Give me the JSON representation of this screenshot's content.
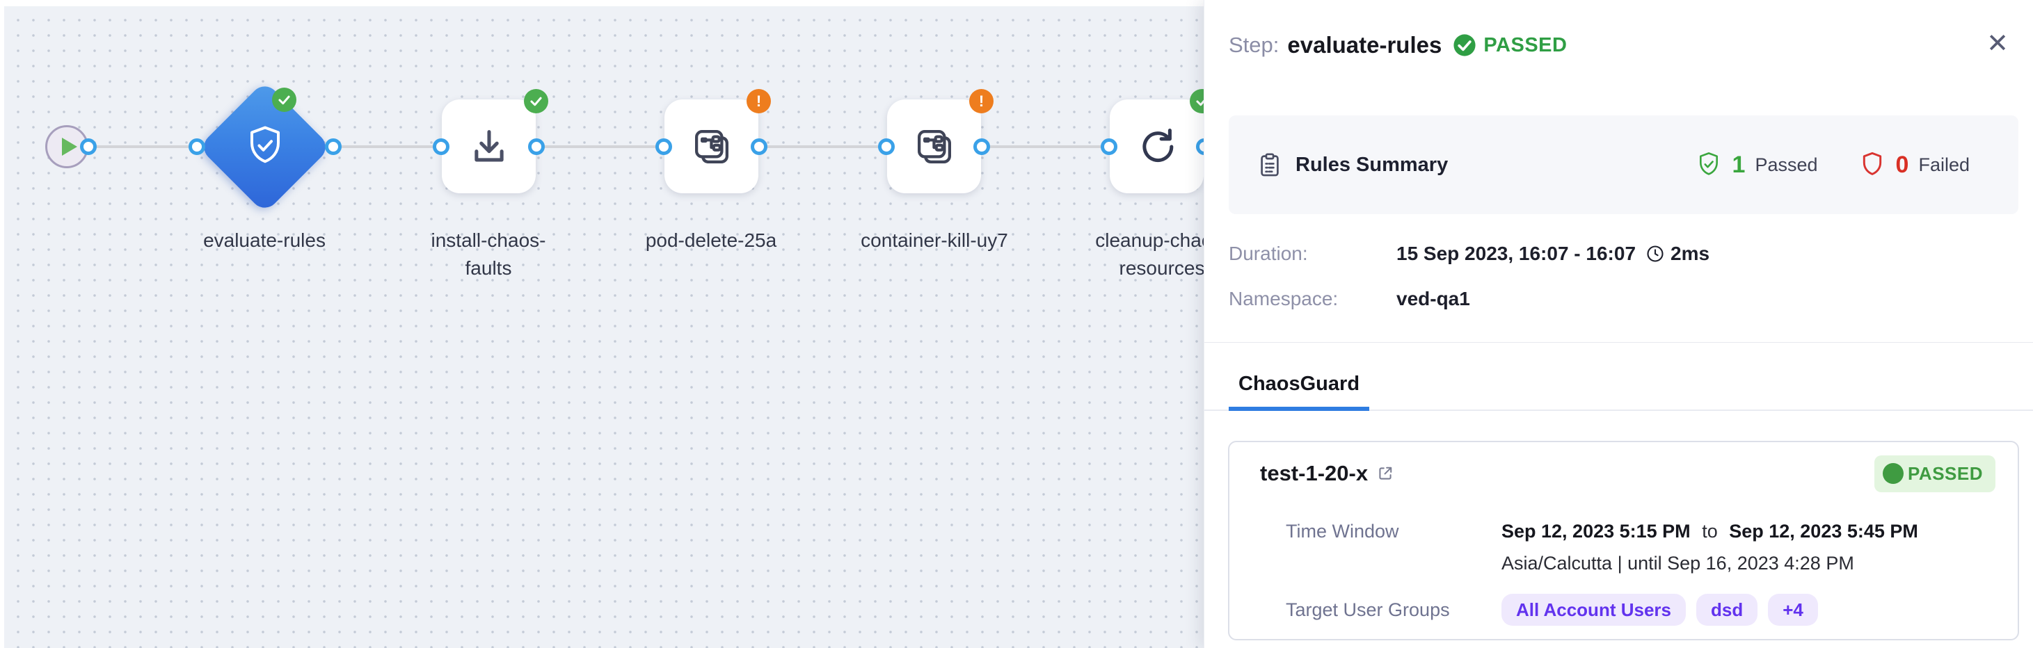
{
  "colors": {
    "accent_blue": "#3b82e4",
    "port_blue": "#3aa1e8",
    "success_green": "#4cae50",
    "passed_text_green": "#2f9e44",
    "failed_red": "#d93025",
    "warning_orange": "#ee7d1e",
    "purple": "#6233ee",
    "canvas_bg": "#eef1f6",
    "tab_underline": "#2f7de1"
  },
  "canvas": {
    "nodes": [
      {
        "id": "start",
        "type": "start-node",
        "icon": "play-icon"
      },
      {
        "id": "evaluate-rules",
        "label": "evaluate-rules",
        "status": "passed",
        "icon": "shield-check-icon",
        "shape": "diamond",
        "selected": true
      },
      {
        "id": "install-chaos-faults",
        "label": "install-chaos-faults",
        "status": "passed",
        "icon": "download-icon"
      },
      {
        "id": "pod-delete-25a",
        "label": "pod-delete-25a",
        "status": "warning",
        "icon": "chaos-fault-icon",
        "warning_glyph": "!"
      },
      {
        "id": "container-kill-uy7",
        "label": "container-kill-uy7",
        "status": "warning",
        "icon": "chaos-fault-icon",
        "warning_glyph": "!"
      },
      {
        "id": "cleanup-chaos-resources",
        "label": "cleanup-chaos-resources",
        "status": "passed",
        "icon": "retry-icon"
      }
    ]
  },
  "panel": {
    "header": {
      "step_label": "Step:",
      "step_name": "evaluate-rules",
      "status": "PASSED",
      "close_glyph": "✕"
    },
    "rules_summary": {
      "title": "Rules Summary",
      "passed_count": "1",
      "passed_label": "Passed",
      "failed_count": "0",
      "failed_label": "Failed"
    },
    "details": {
      "duration_label": "Duration:",
      "duration_value": "15 Sep 2023, 16:07 - 16:07",
      "duration_elapsed": "2ms",
      "namespace_label": "Namespace:",
      "namespace_value": "ved-qa1"
    },
    "tabs": [
      {
        "label": "ChaosGuard",
        "active": true
      }
    ],
    "guard_card": {
      "name": "test-1-20-x",
      "status": "PASSED",
      "time_window_label": "Time Window",
      "time_window_start": "Sep 12, 2023 5:15 PM",
      "time_window_to": "to",
      "time_window_end": "Sep 12, 2023 5:45 PM",
      "timezone_line": "Asia/Calcutta | until Sep 16, 2023 4:28 PM",
      "target_groups_label": "Target User Groups",
      "target_groups": [
        "All Account Users",
        "dsd",
        "+4"
      ]
    }
  }
}
